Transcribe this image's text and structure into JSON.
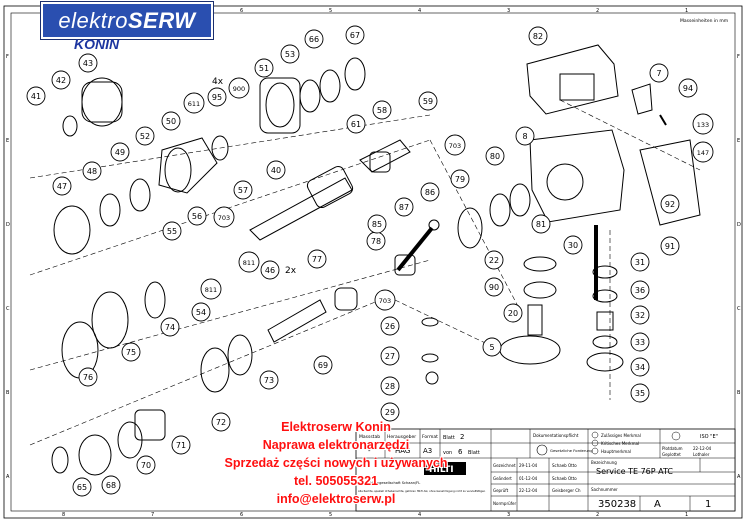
{
  "logo": {
    "brand_light": "elektro",
    "brand_bold": "SERW",
    "city": "KONIN"
  },
  "promo": {
    "line1": "Elektroserw Konin",
    "line2": "Naprawa elektronarzędzi",
    "line3": "Sprzedaż części nowych i używanych",
    "line4": "tel. 505055321",
    "line5": "info@elektroserw.pl"
  },
  "part_numbers": [
    "5",
    "7",
    "8",
    "20",
    "22",
    "26",
    "27",
    "28",
    "29",
    "30",
    "31",
    "32",
    "33",
    "34",
    "35",
    "36",
    "40",
    "41",
    "42",
    "43",
    "46",
    "47",
    "48",
    "49",
    "50",
    "51",
    "52",
    "53",
    "54",
    "55",
    "56",
    "57",
    "58",
    "59",
    "61",
    "65",
    "66",
    "67",
    "68",
    "69",
    "70",
    "71",
    "72",
    "73",
    "74",
    "75",
    "76",
    "77",
    "78",
    "79",
    "80",
    "81",
    "82",
    "85",
    "86",
    "87",
    "90",
    "91",
    "92",
    "94",
    "95",
    "133",
    "147",
    "611",
    "703",
    "811",
    "900"
  ],
  "annotations": {
    "qty_4x": "4x",
    "qty_2x": "2x",
    "top_right_note": "Masseinheiten in mm"
  },
  "border_columns": [
    "8",
    "7",
    "6",
    "5",
    "4",
    "3",
    "2",
    "1"
  ],
  "border_rows": [
    "F",
    "E",
    "D",
    "C",
    "B",
    "A"
  ],
  "title_block": {
    "massstab_label": "Massstab",
    "massstab_value": "-",
    "herausgeber_label": "Herausgeber",
    "herausgeber_value": "HAG",
    "format_label": "Format",
    "format_value": "A3",
    "blatt_label": "Blatt",
    "blatt_value": "2",
    "von_label": "von",
    "von_value": "6",
    "blatt_suffix": "Blatt",
    "doc_label": "Dokumentationspflicht",
    "gesetzl": "Gesetzliche Forderung",
    "zul": "Zulässiges Merkmal",
    "krit": "Kritisches Merkmal",
    "haupt": "Hauptmerkmal",
    "iso": "ISO \"E\"",
    "plotdatum_label": "Plotdatum",
    "plotdatum_value": "22-12-04",
    "geplottet_label": "Geplottet",
    "geplottet_value": "Lothaler",
    "bezeichnung_label": "Bezeichnung",
    "bezeichnung_value": "Service TE 76P ATC",
    "gez_label": "Gezeichnet",
    "gez_date": "29-11-04",
    "gez_name": "Schaeb Otto",
    "geaend_label": "Geändert",
    "geaend_date": "01-12-04",
    "geaend_name": "Schaeb Otto",
    "gepr_label": "Geprüft",
    "gepr_date": "22-12-04",
    "gepr_name": "Geisberger Ch",
    "norm_label": "Normprüfer",
    "brand": "HILTI",
    "company": "HILTI Aktiengesellschaft Schaan/FL",
    "legal": "Alle Rechte, speziell Urheberrechte, gehören HILTI AG; ohne Genehmigung nicht zu vervielfältigen",
    "sachnummer_label": "Sachnummer",
    "sachnummer_value": "350238",
    "rev_value": "A",
    "rev_index": "1"
  }
}
